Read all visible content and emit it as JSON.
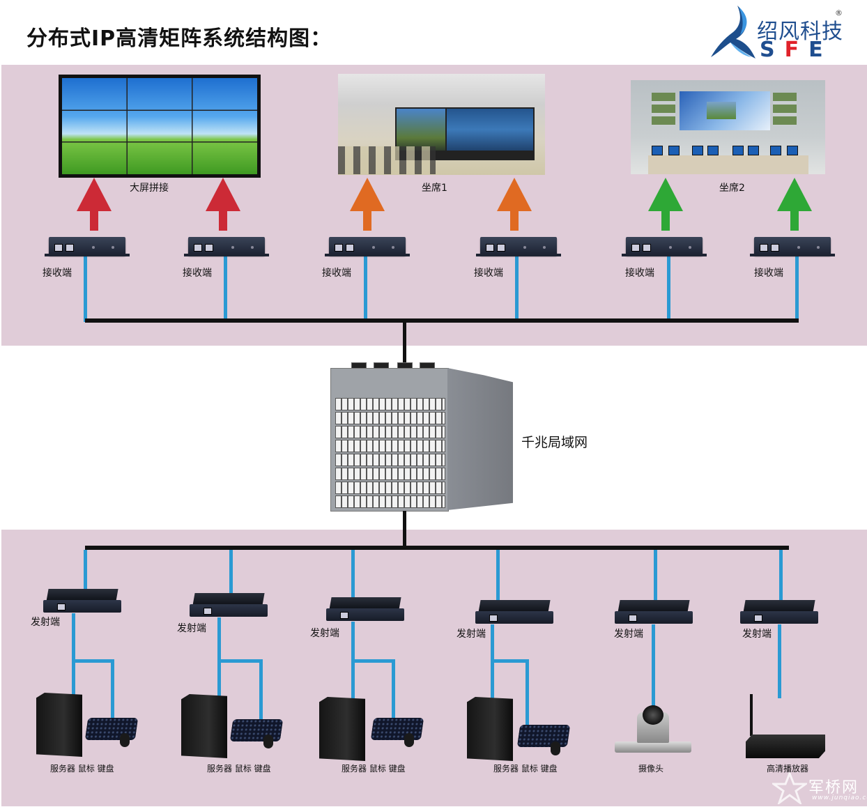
{
  "title": "分布式IP高清矩阵系统结构图：",
  "logo": {
    "cn": "绍风科技",
    "en_s": "S",
    "en_f": "F",
    "en_e": "E",
    "registered": "®",
    "brand_color": "#1f4e8f",
    "accent_color": "#e0222a"
  },
  "displays": [
    {
      "label": "大屏拼接",
      "arrow_color": "#cc2a36"
    },
    {
      "label": "坐席1",
      "arrow_color": "#e06a22"
    },
    {
      "label": "坐席2",
      "arrow_color": "#2ea836"
    }
  ],
  "receivers": [
    {
      "label": "接收端"
    },
    {
      "label": "接收端"
    },
    {
      "label": "接收端"
    },
    {
      "label": "接收端"
    },
    {
      "label": "接收端"
    },
    {
      "label": "接收端"
    }
  ],
  "network": {
    "label": "千兆局域网"
  },
  "transmitters": [
    {
      "label": "发射端",
      "source": "服务器 鼠标 键盘"
    },
    {
      "label": "发射端",
      "source": "服务器 鼠标 键盘"
    },
    {
      "label": "发射端",
      "source": "服务器 鼠标 键盘"
    },
    {
      "label": "发射端",
      "source": "服务器 鼠标 键盘"
    },
    {
      "label": "发射端",
      "source": "摄像头"
    },
    {
      "label": "发射端",
      "source": "高清播放器"
    }
  ],
  "watermark": {
    "cn": "军桥网",
    "url": "www.junqiao.com"
  },
  "colors": {
    "band": "#e0ccd8",
    "cable": "#2a9ad3",
    "bus": "#111111"
  }
}
